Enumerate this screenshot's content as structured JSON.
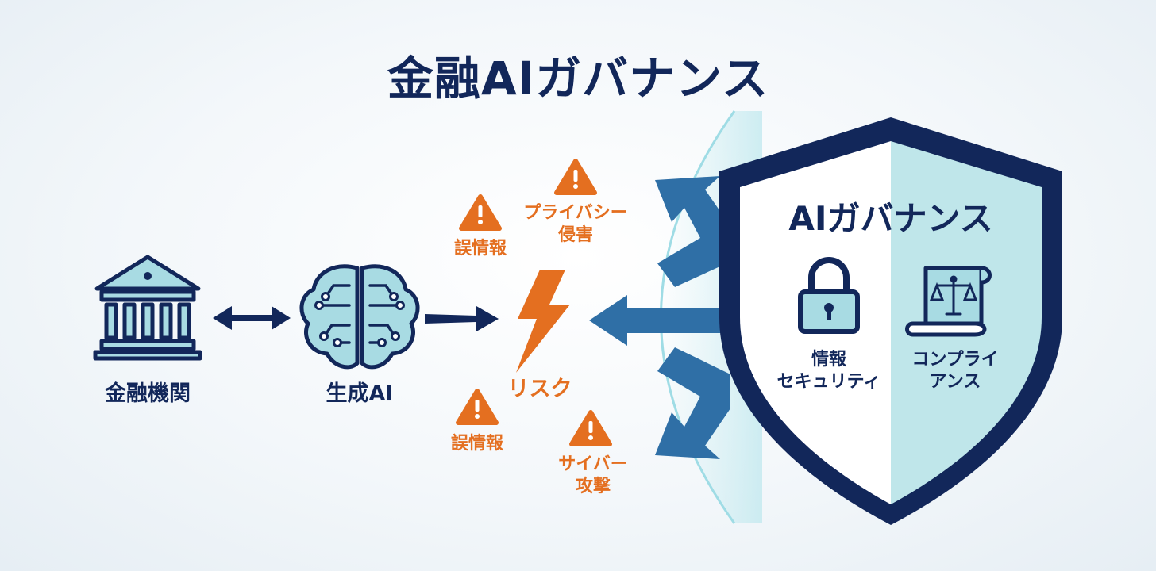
{
  "title": "金融AIガバナンス",
  "nodes": {
    "institution": "金融機関",
    "genai": "生成AI",
    "risk": "リスク"
  },
  "risks": {
    "misinfo_top": "誤情報",
    "privacy": [
      "プライバシー",
      "侵害"
    ],
    "misinfo_bottom": "誤情報",
    "cyber": [
      "サイバー",
      "攻撃"
    ]
  },
  "shield": {
    "title": "AIガバナンス",
    "security": [
      "情報",
      "セキュリティ"
    ],
    "compliance": [
      "コンプライ",
      "アンス"
    ]
  },
  "colors": {
    "navy": "#12275a",
    "icon_fill": "#a8dbe3",
    "orange": "#e46f20",
    "arrow_blue": "#2f6fa6",
    "shield_light": "#bfe6ea"
  }
}
